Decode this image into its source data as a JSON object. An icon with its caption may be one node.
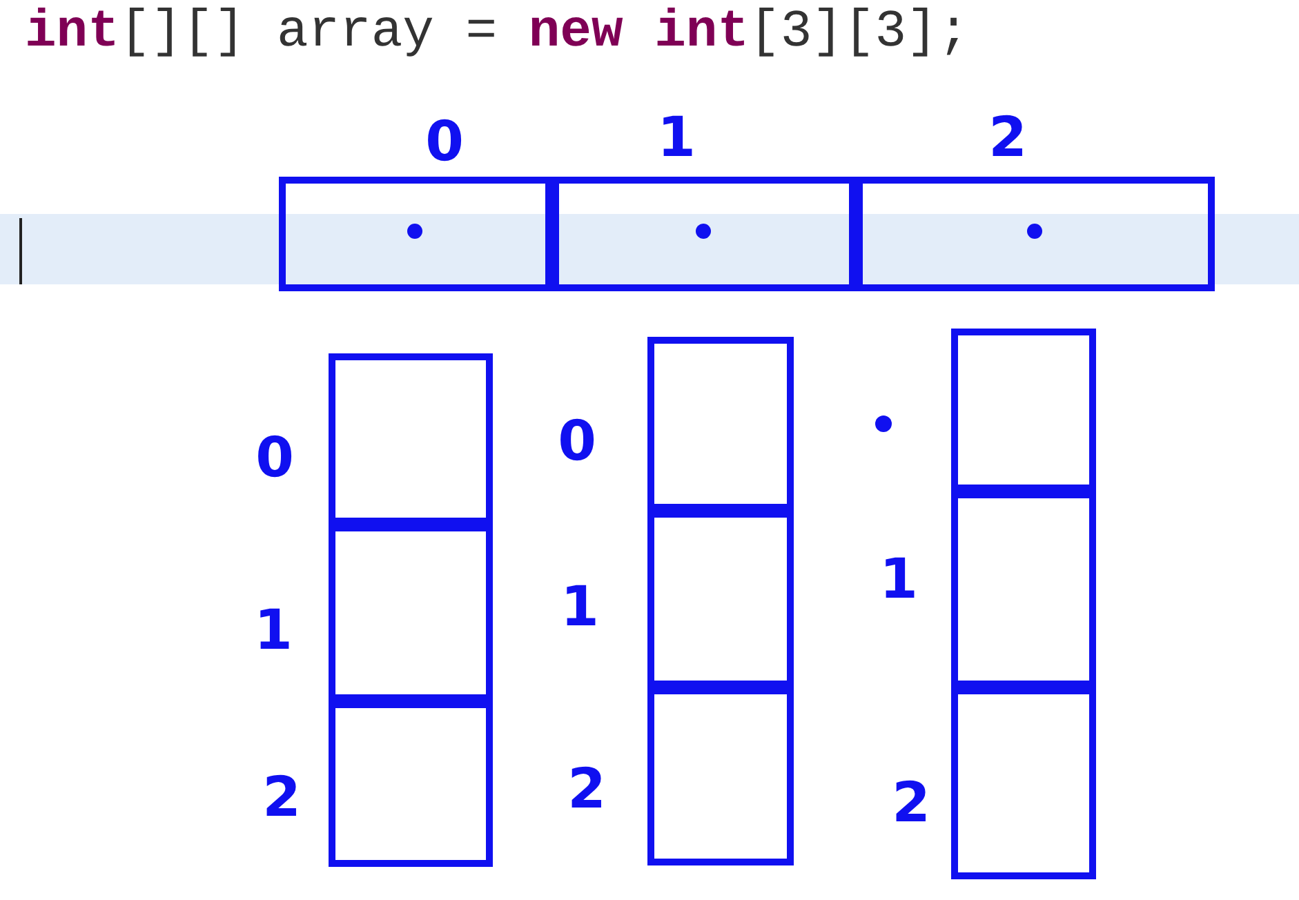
{
  "diagram": {
    "title": "**int**[][] array = **new** **int**[3][3];",
    "nodes": [
      {
        "text": [],
        "shape": "box"
      },
      {
        "text": [],
        "shape": "box"
      },
      {
        "text": [],
        "shape": "box"
      },
      {
        "text": [],
        "shape": "box"
      },
      {
        "text": [],
        "shape": "box"
      },
      {
        "text": [],
        "shape": "box"
      },
      {
        "text": [],
        "shape": "box"
      },
      {
        "text": [],
        "shape": "box"
      },
      {
        "text": [],
        "shape": "box"
      },
      {
        "text": [],
        "shape": "box"
      },
      {
        "text": [],
        "shape": "box"
      },
      {
        "text": [],
        "shape": "box"
      }
    ],
    "edges": [],
    "labels": [
      "0",
      "1",
      "2",
      "0",
      "0",
      "1",
      "1",
      "1",
      "2",
      "2",
      "2"
    ]
  }
}
